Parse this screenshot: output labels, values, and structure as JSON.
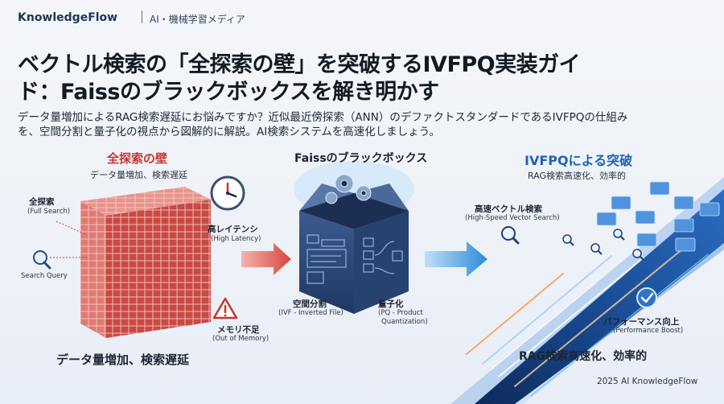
{
  "header": {
    "brand": "KnowledgeFlow",
    "tagline": "AI・機械学習メディア"
  },
  "title": {
    "line1": "ベクトル検索の「全探索の壁」を突破するIVFPQ実装ガイ",
    "line2": "ド：Faissのブラックボックスを解き明かす"
  },
  "description": {
    "line1": "データ量増加によるRAG検索遅延にお悩みですか？近似最近傍探索（ANN）のデファクトスタンダードであるIVFPQの仕組み",
    "line2": "を、空間分割と量子化の視点から図解的に解説。AI検索システムを高速化しましょう。"
  },
  "panel_left": {
    "heading": "全探索の壁",
    "subheading": "データ量増加、検索遅延",
    "full_search": "全探索",
    "full_search_en": "(Full Search)",
    "search_query": "Search Query",
    "latency": "高レイテンシ",
    "latency_en": "(High Latency)",
    "oom": "メモリ不足",
    "oom_en": "(Out of Memory)",
    "caption": "データ量増加、検索遅延"
  },
  "panel_center": {
    "heading": "Faissのブラックボックス",
    "ivf": "空間分割",
    "ivf_en": "(IVF - Inverted File)",
    "pq": "量子化",
    "pq_en1": "(PQ - Product",
    "pq_en2": "Quantization)"
  },
  "panel_right": {
    "heading": "IVFPQによる突破",
    "subheading": "RAG検索高速化、効率的",
    "vector_search": "高速ベクトル検索",
    "vector_search_en": "(High-Speed Vector Search)",
    "perf": "パフォーマンス向上",
    "perf_en": "(Performance Boost)",
    "caption": "RAG検索高速化、効率的"
  },
  "footer": {
    "copyright": "2025 AI KnowledgeFlow"
  },
  "colors": {
    "red_accent": "#c8342f",
    "blue_accent": "#1e62b8",
    "navy": "#1f3557"
  },
  "icons": [
    "clock-icon",
    "warning-icon",
    "magnifier-icon",
    "gear-icon",
    "check-icon"
  ]
}
